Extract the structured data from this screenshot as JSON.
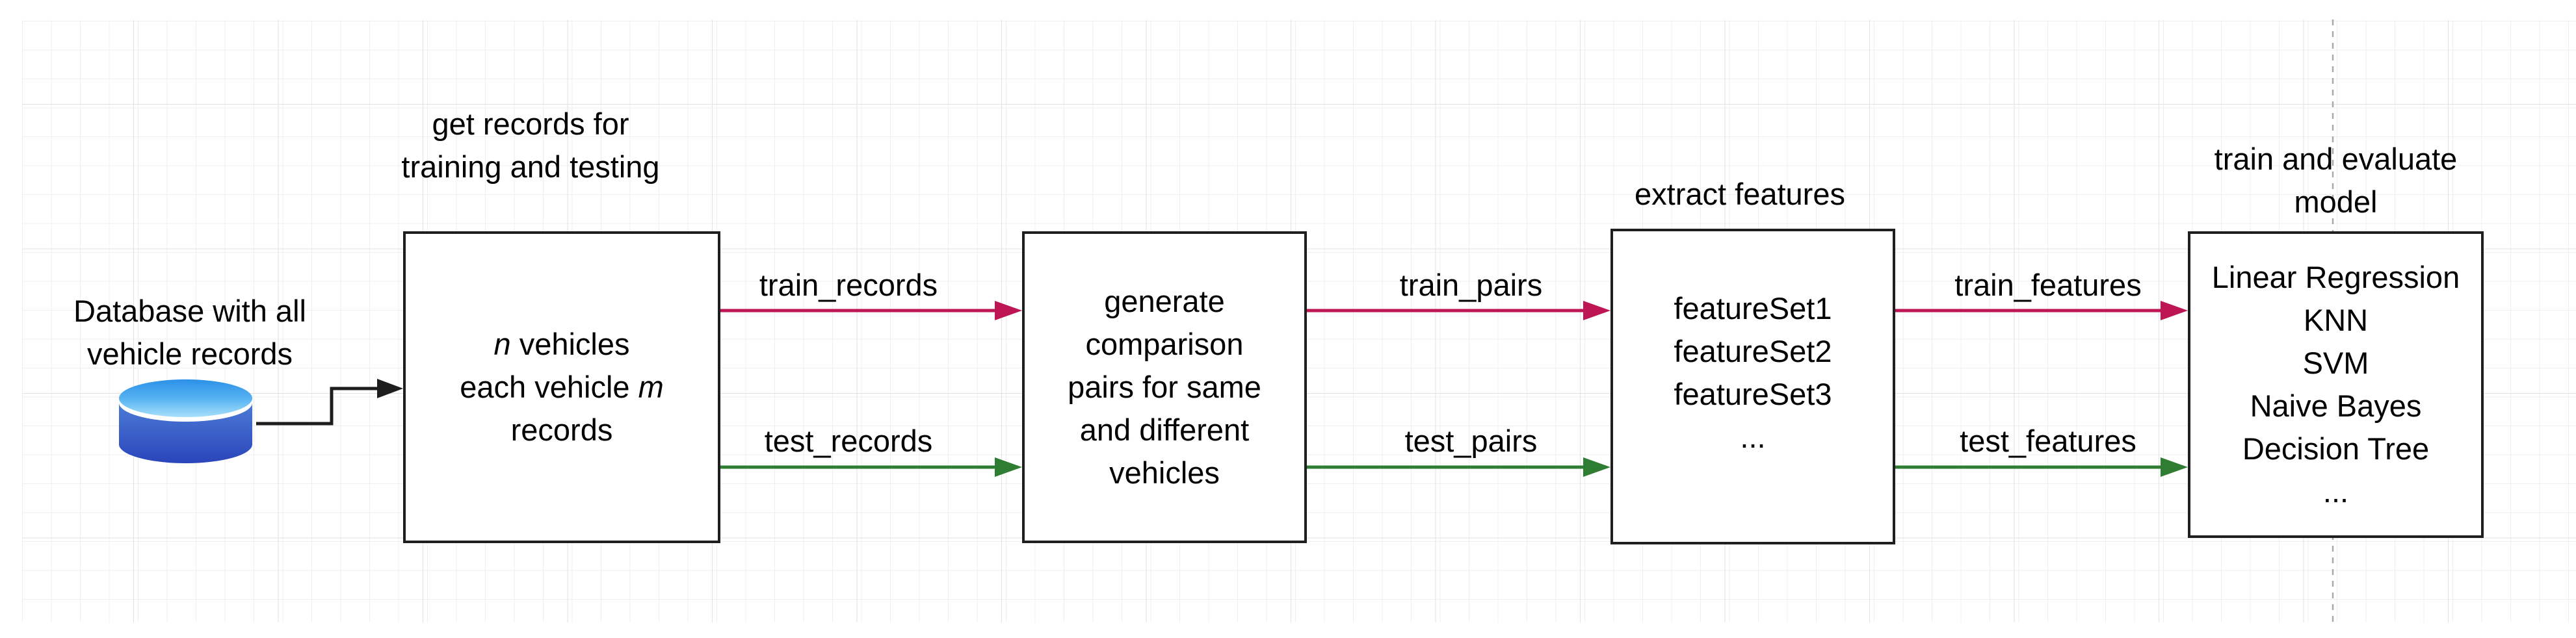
{
  "database": {
    "label_line1": "Database with all",
    "label_line2": "vehicle records",
    "icon": "database-cylinder-icon"
  },
  "box1": {
    "title_line1": "get records for",
    "title_line2": "training and testing",
    "line1_italic": "n",
    "line1_regular": " vehicles",
    "line2_regular": "each vehicle ",
    "line2_italic": "m",
    "line3": "records"
  },
  "box2": {
    "lines": [
      "generate",
      "comparison",
      "pairs for same",
      "and different",
      "vehicles"
    ]
  },
  "box3": {
    "title": "extract features",
    "lines": [
      "featureSet1",
      "featureSet2",
      "featureSet3",
      "..."
    ]
  },
  "box4": {
    "title_line1": "train and evaluate",
    "title_line2": "model",
    "lines": [
      "Linear Regression",
      "KNN",
      "SVM",
      "Naive Bayes",
      "Decision Tree",
      "..."
    ]
  },
  "arrows": {
    "train_records": {
      "label": "train_records",
      "color": "#BE1554"
    },
    "test_records": {
      "label": "test_records",
      "color": "#2E7D32"
    },
    "train_pairs": {
      "label": "train_pairs",
      "color": "#BE1554"
    },
    "test_pairs": {
      "label": "test_pairs",
      "color": "#2E7D32"
    },
    "train_features": {
      "label": "train_features",
      "color": "#BE1554"
    },
    "test_features": {
      "label": "test_features",
      "color": "#2E7D32"
    }
  },
  "colors": {
    "connector": "#1d1d1d",
    "box_border": "#1f1f1f",
    "dashed_guide": "#a9a9a9",
    "train_accent": "#BE1554",
    "test_accent": "#2E7D32"
  }
}
